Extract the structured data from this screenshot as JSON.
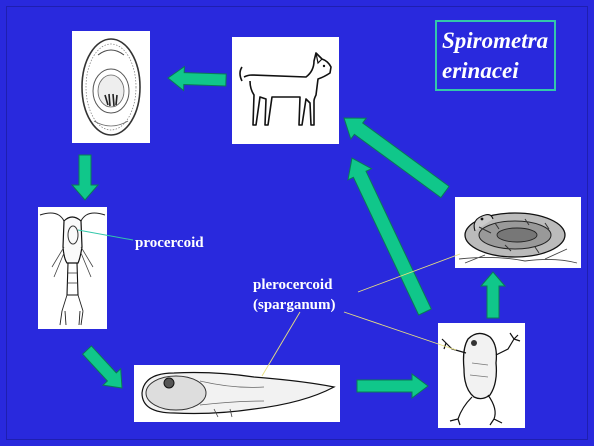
{
  "title": {
    "line1": "Spirometra",
    "line2": "erinacei"
  },
  "labels": {
    "procercoid": "procercoid",
    "plerocercoid_line1": "plerocercoid",
    "plerocercoid_line2": "(sparganum)"
  },
  "colors": {
    "background": "#2929dd",
    "arrow_fill": "#10c78a",
    "arrow_stroke": "#0a7a55",
    "title_border": "#33c7aa",
    "procercoid_pointer": "#33c7aa",
    "plerocercoid_pointer": "#e8e080"
  },
  "stages": [
    {
      "icon": "tapeworm-egg-icon"
    },
    {
      "icon": "copepod-icon"
    },
    {
      "icon": "tadpole-icon"
    },
    {
      "icon": "frog-icon"
    },
    {
      "icon": "snake-icon"
    },
    {
      "icon": "dog-icon"
    }
  ]
}
